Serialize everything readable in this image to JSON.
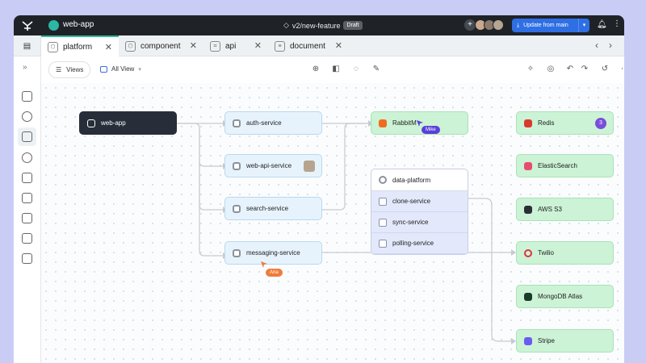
{
  "topbar": {
    "app_title": "web-app",
    "branch": "v2/new-feature",
    "draft_badge": "Draft",
    "update_button": "Update from main"
  },
  "tabs": [
    {
      "label": "platform",
      "active": true
    },
    {
      "label": "component",
      "active": false
    },
    {
      "label": "api",
      "active": false
    },
    {
      "label": "document",
      "active": false
    }
  ],
  "toolbar": {
    "views_label": "Views",
    "all_view_label": "All View"
  },
  "nodes": {
    "web_app": "web-app",
    "auth_service": "auth-service",
    "web_api_service": "web-api-service",
    "search_service": "search-service",
    "messaging_service": "messaging-service",
    "rabbitmq": "RabbitM",
    "data_platform": {
      "title": "data-platform",
      "items": [
        "clone-service",
        "sync-service",
        "polling-service"
      ]
    },
    "redis": "Redis",
    "redis_badge": "3",
    "elasticsearch": "ElasticSearch",
    "aws_s3": "AWS S3",
    "twilio": "Twilio",
    "mongodb": "MongoDB Atlas",
    "stripe": "Stripe"
  },
  "cursors": {
    "mike": "Mike",
    "aria": "Aria"
  },
  "colors": {
    "accent": "#35b89a",
    "primary_button": "#2f6fe4",
    "node_green": "#ccf3d6",
    "node_blue": "#e7f3fc",
    "node_dark": "#272e3a",
    "cursor_mike": "#5b3fd8",
    "cursor_aria": "#f07c3a"
  }
}
